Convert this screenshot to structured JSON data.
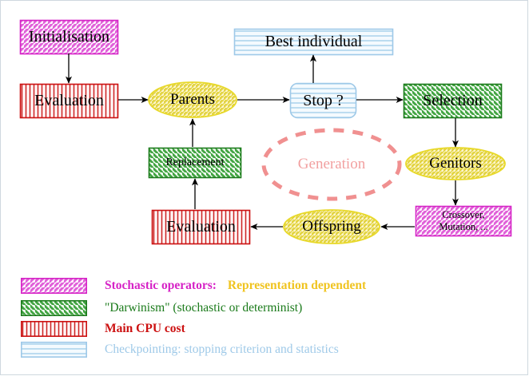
{
  "diagram": {
    "title": "Evolutionary Algorithm Cycle",
    "nodes": {
      "initialisation": {
        "label": "Initialisation",
        "style": "magenta-diagonal-box"
      },
      "evaluation_top": {
        "label": "Evaluation",
        "style": "red-vertical-box"
      },
      "parents": {
        "label": "Parents",
        "style": "yellow-diagonal-ellipse"
      },
      "stop": {
        "label": "Stop ?",
        "style": "blue-horizontal-rounded-box"
      },
      "selection": {
        "label": "Selection",
        "style": "green-diagonal-box"
      },
      "best_individual": {
        "label": "Best individual",
        "style": "blue-horizontal-box"
      },
      "replacement": {
        "label": "Replacement",
        "style": "green-diagonal-box"
      },
      "generation": {
        "label": "Generation",
        "style": "salmon-dashed-ellipse"
      },
      "genitors": {
        "label": "Genitors",
        "style": "yellow-diagonal-ellipse"
      },
      "offspring": {
        "label": "Offspring",
        "style": "yellow-diagonal-ellipse"
      },
      "crossover": {
        "label": "Crossover,\nMutation, ...",
        "style": "magenta-diagonal-box"
      }
    },
    "legend": [
      {
        "swatch": "magenta-diagonal",
        "text": "Stochastic operators:",
        "text2": "Representation dependent"
      },
      {
        "swatch": "green-diagonal",
        "text": "\"Darwinism\" (stochastic or determinist)",
        "text2": ""
      },
      {
        "swatch": "red-vertical",
        "text": "Main CPU cost",
        "text2": ""
      },
      {
        "swatch": "blue-horizontal",
        "text": "Checkpointing: stopping criterion and statistics",
        "text2": ""
      }
    ],
    "colors": {
      "magenta": "#d623c6",
      "green": "#1a7a1a",
      "red": "#cc1111",
      "blue": "#9ec9e8",
      "yellow": "#e8d92a",
      "salmon": "#f09090",
      "gold": "#f0c420",
      "arrow": "#000000"
    }
  }
}
